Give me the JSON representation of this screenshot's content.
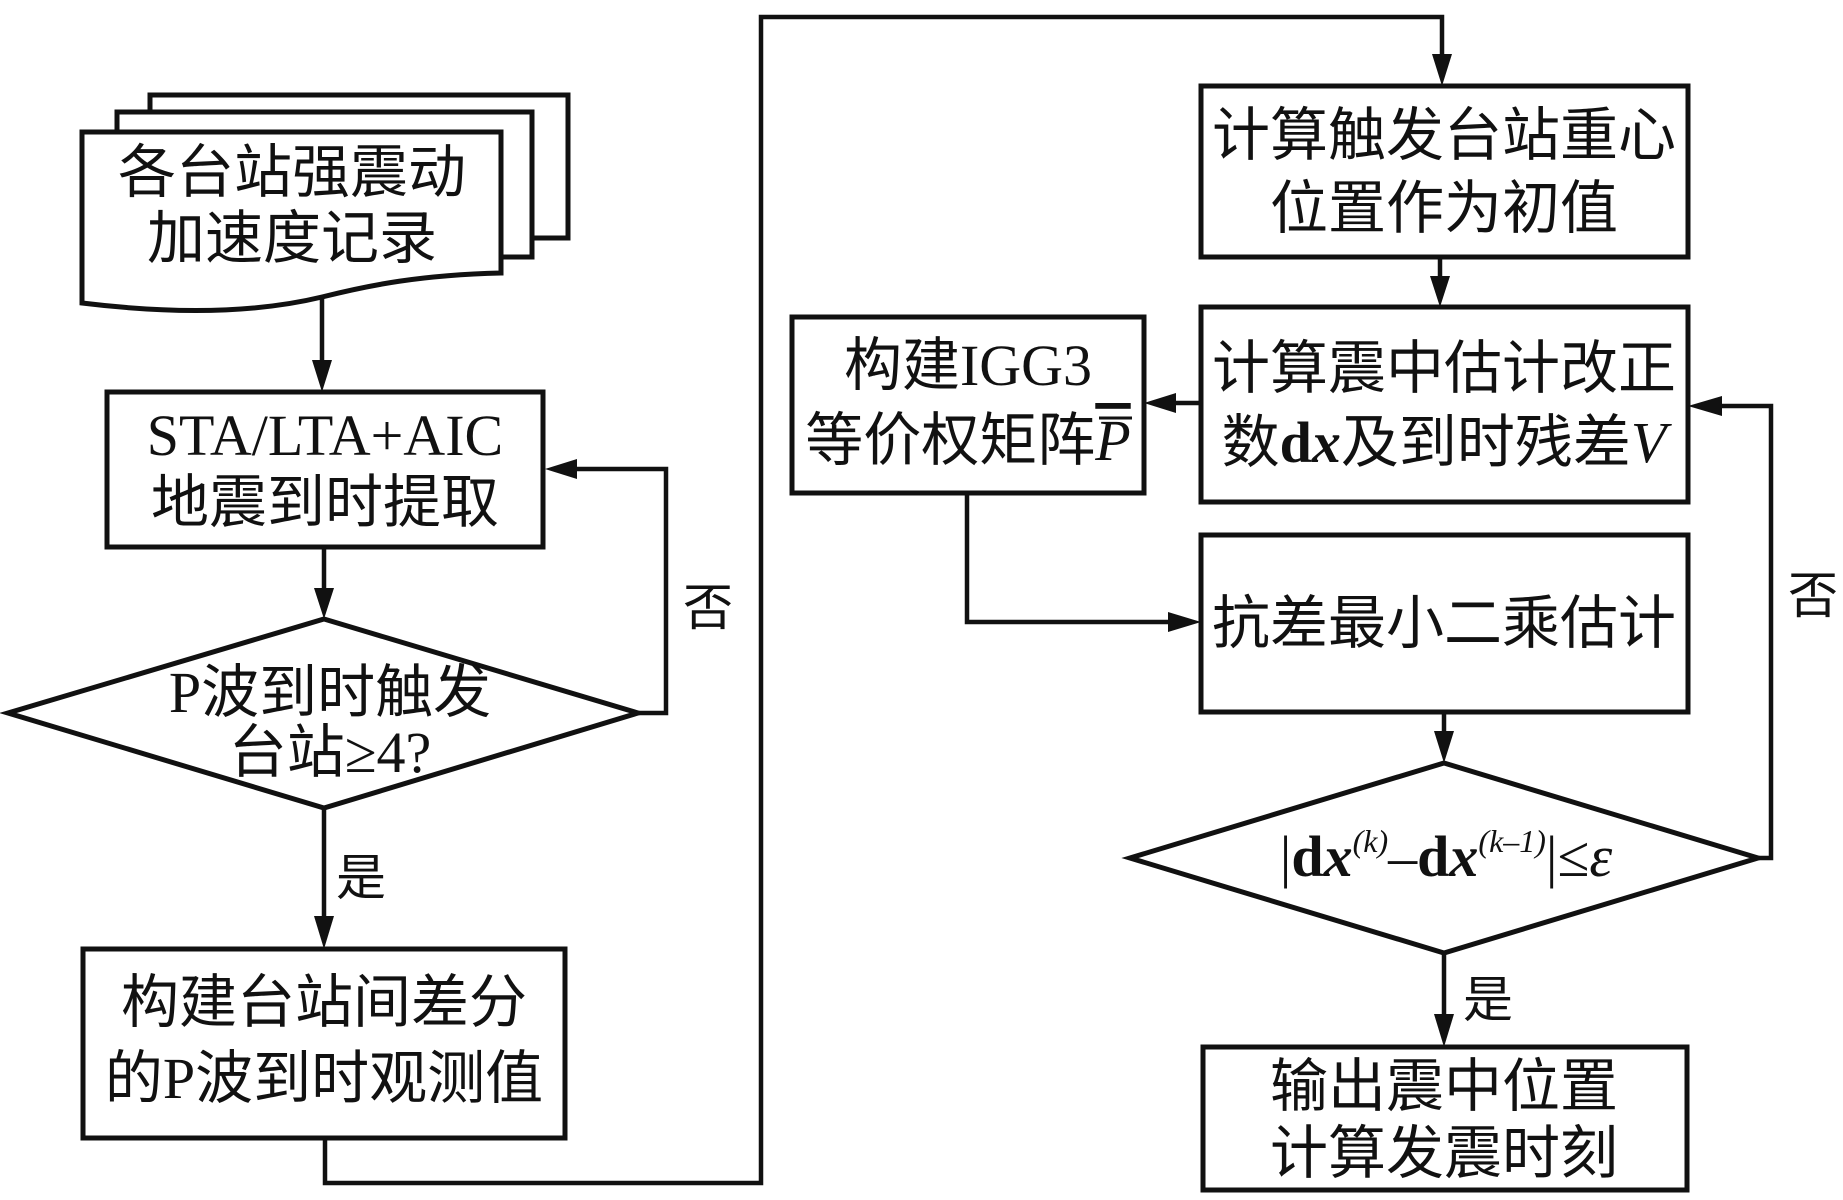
{
  "diagram": {
    "type": "flowchart",
    "nodes": {
      "records": {
        "shape": "multi-document",
        "lines": [
          "各台站强震动",
          "加速度记录"
        ]
      },
      "picking": {
        "shape": "process",
        "lines": [
          "STA/LTA+AIC",
          "地震到时提取"
        ]
      },
      "trigger_check": {
        "shape": "decision",
        "lines": [
          "P波到时触发",
          "台站≥4?"
        ]
      },
      "diff_obs": {
        "shape": "process",
        "lines": [
          "构建台站间差分",
          "的P波到时观测值"
        ]
      },
      "centroid": {
        "shape": "process",
        "lines": [
          "计算触发台站重心",
          "位置作为初值"
        ]
      },
      "correction": {
        "shape": "process",
        "line1": "计算震中估计改正",
        "line2_prefix": "数",
        "line2_dx_d": "d",
        "line2_dx_x": "x",
        "line2_mid": "及到时残差",
        "line2_V": "V"
      },
      "igg3": {
        "shape": "process",
        "line1": "构建IGG3",
        "line2_prefix": "等价权矩阵",
        "line2_P": "P"
      },
      "robust_ls": {
        "shape": "process",
        "lines": [
          "抗差最小二乘估计"
        ]
      },
      "convergence": {
        "shape": "decision",
        "formula": {
          "bar_left": "|",
          "d1": "d",
          "x1": "x",
          "sup1": "(k)",
          "minus": "–",
          "d2": "d",
          "x2": "x",
          "sup2": "(k–1)",
          "bar_right": "|",
          "leq": "≤",
          "eps": "ε"
        }
      },
      "output": {
        "shape": "process",
        "lines": [
          "输出震中位置",
          "计算发震时刻"
        ]
      }
    },
    "edge_labels": {
      "trigger_no": "否",
      "trigger_yes": "是",
      "converge_no": "否",
      "converge_yes": "是"
    },
    "edges": [
      {
        "from": "records",
        "to": "picking"
      },
      {
        "from": "picking",
        "to": "trigger_check"
      },
      {
        "from": "trigger_check",
        "to": "picking",
        "label": "否"
      },
      {
        "from": "trigger_check",
        "to": "diff_obs",
        "label": "是"
      },
      {
        "from": "diff_obs",
        "to": "centroid"
      },
      {
        "from": "centroid",
        "to": "correction"
      },
      {
        "from": "correction",
        "to": "igg3"
      },
      {
        "from": "igg3",
        "to": "robust_ls"
      },
      {
        "from": "robust_ls",
        "to": "convergence"
      },
      {
        "from": "convergence",
        "to": "correction",
        "label": "否"
      },
      {
        "from": "convergence",
        "to": "output",
        "label": "是"
      }
    ]
  }
}
